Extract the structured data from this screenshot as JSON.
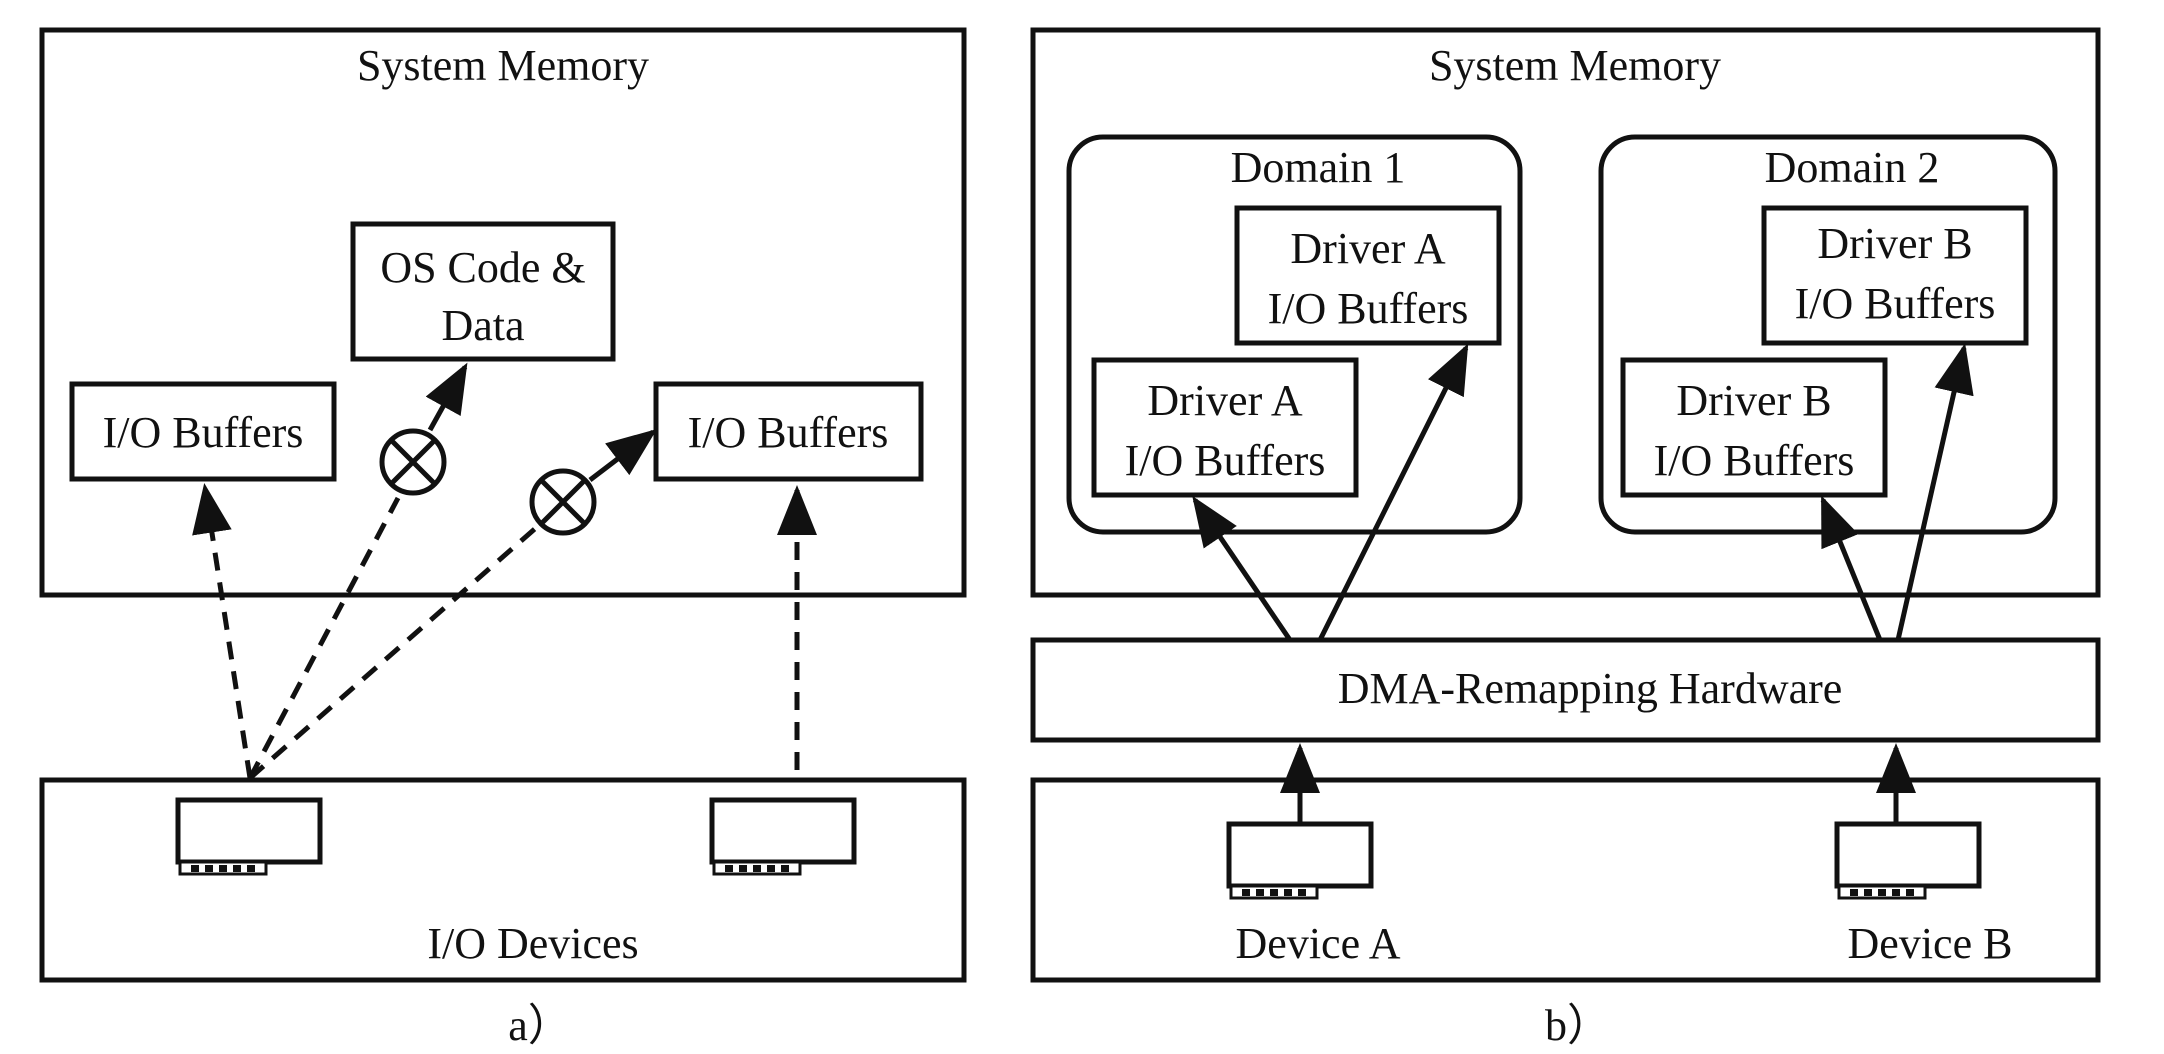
{
  "panel_a": {
    "memory_title": "System Memory",
    "os_box": {
      "line1": "OS Code &",
      "line2": "Data"
    },
    "left_buffers": "I/O Buffers",
    "right_buffers": "I/O Buffers",
    "devices_label": "I/O Devices",
    "caption": "a）"
  },
  "panel_b": {
    "memory_title": "System Memory",
    "domain1": {
      "title": "Domain 1",
      "upper_box": {
        "line1": "Driver A",
        "line2": "I/O Buffers"
      },
      "lower_box": {
        "line1": "Driver A",
        "line2": "I/O Buffers"
      }
    },
    "domain2": {
      "title": "Domain 2",
      "upper_box": {
        "line1": "Driver B",
        "line2": "I/O Buffers"
      },
      "lower_box": {
        "line1": "Driver B",
        "line2": "I/O Buffers"
      }
    },
    "remap_label": "DMA-Remapping Hardware",
    "device_a": "Device A",
    "device_b": "Device B",
    "caption": "b）"
  },
  "colors": {
    "ink": "#111111",
    "background": "#ffffff"
  },
  "icons": [
    "blocked-access-icon",
    "io-device-card-icon"
  ]
}
